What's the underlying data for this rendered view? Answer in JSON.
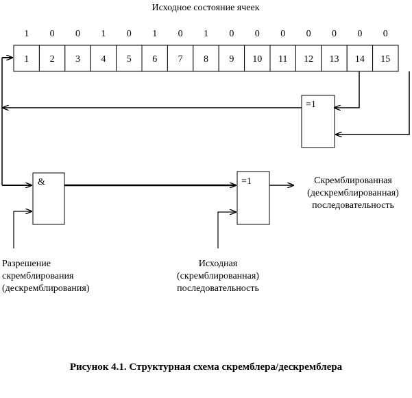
{
  "header": {
    "title": "Исходное состояние ячеек"
  },
  "register": {
    "initial_bits": [
      "1",
      "0",
      "0",
      "1",
      "0",
      "1",
      "0",
      "1",
      "0",
      "0",
      "0",
      "0",
      "0",
      "0",
      "0"
    ],
    "cells": [
      "1",
      "2",
      "3",
      "4",
      "5",
      "6",
      "7",
      "8",
      "9",
      "10",
      "11",
      "12",
      "13",
      "14",
      "15"
    ]
  },
  "gates": {
    "xor_feedback": "=1",
    "and_gate": "&",
    "xor_output": "=1"
  },
  "labels": {
    "output": [
      "Скремблированная",
      "(дескремблированная)",
      "последовательность"
    ],
    "enable": [
      "Разрешение",
      "скремблирования",
      "(дескремблирования)"
    ],
    "input": [
      "Исходная",
      "(скремблированная)",
      "последовательность"
    ]
  },
  "caption": "Рисунок 4.1. Структурная схема скремблера/дескремблера"
}
